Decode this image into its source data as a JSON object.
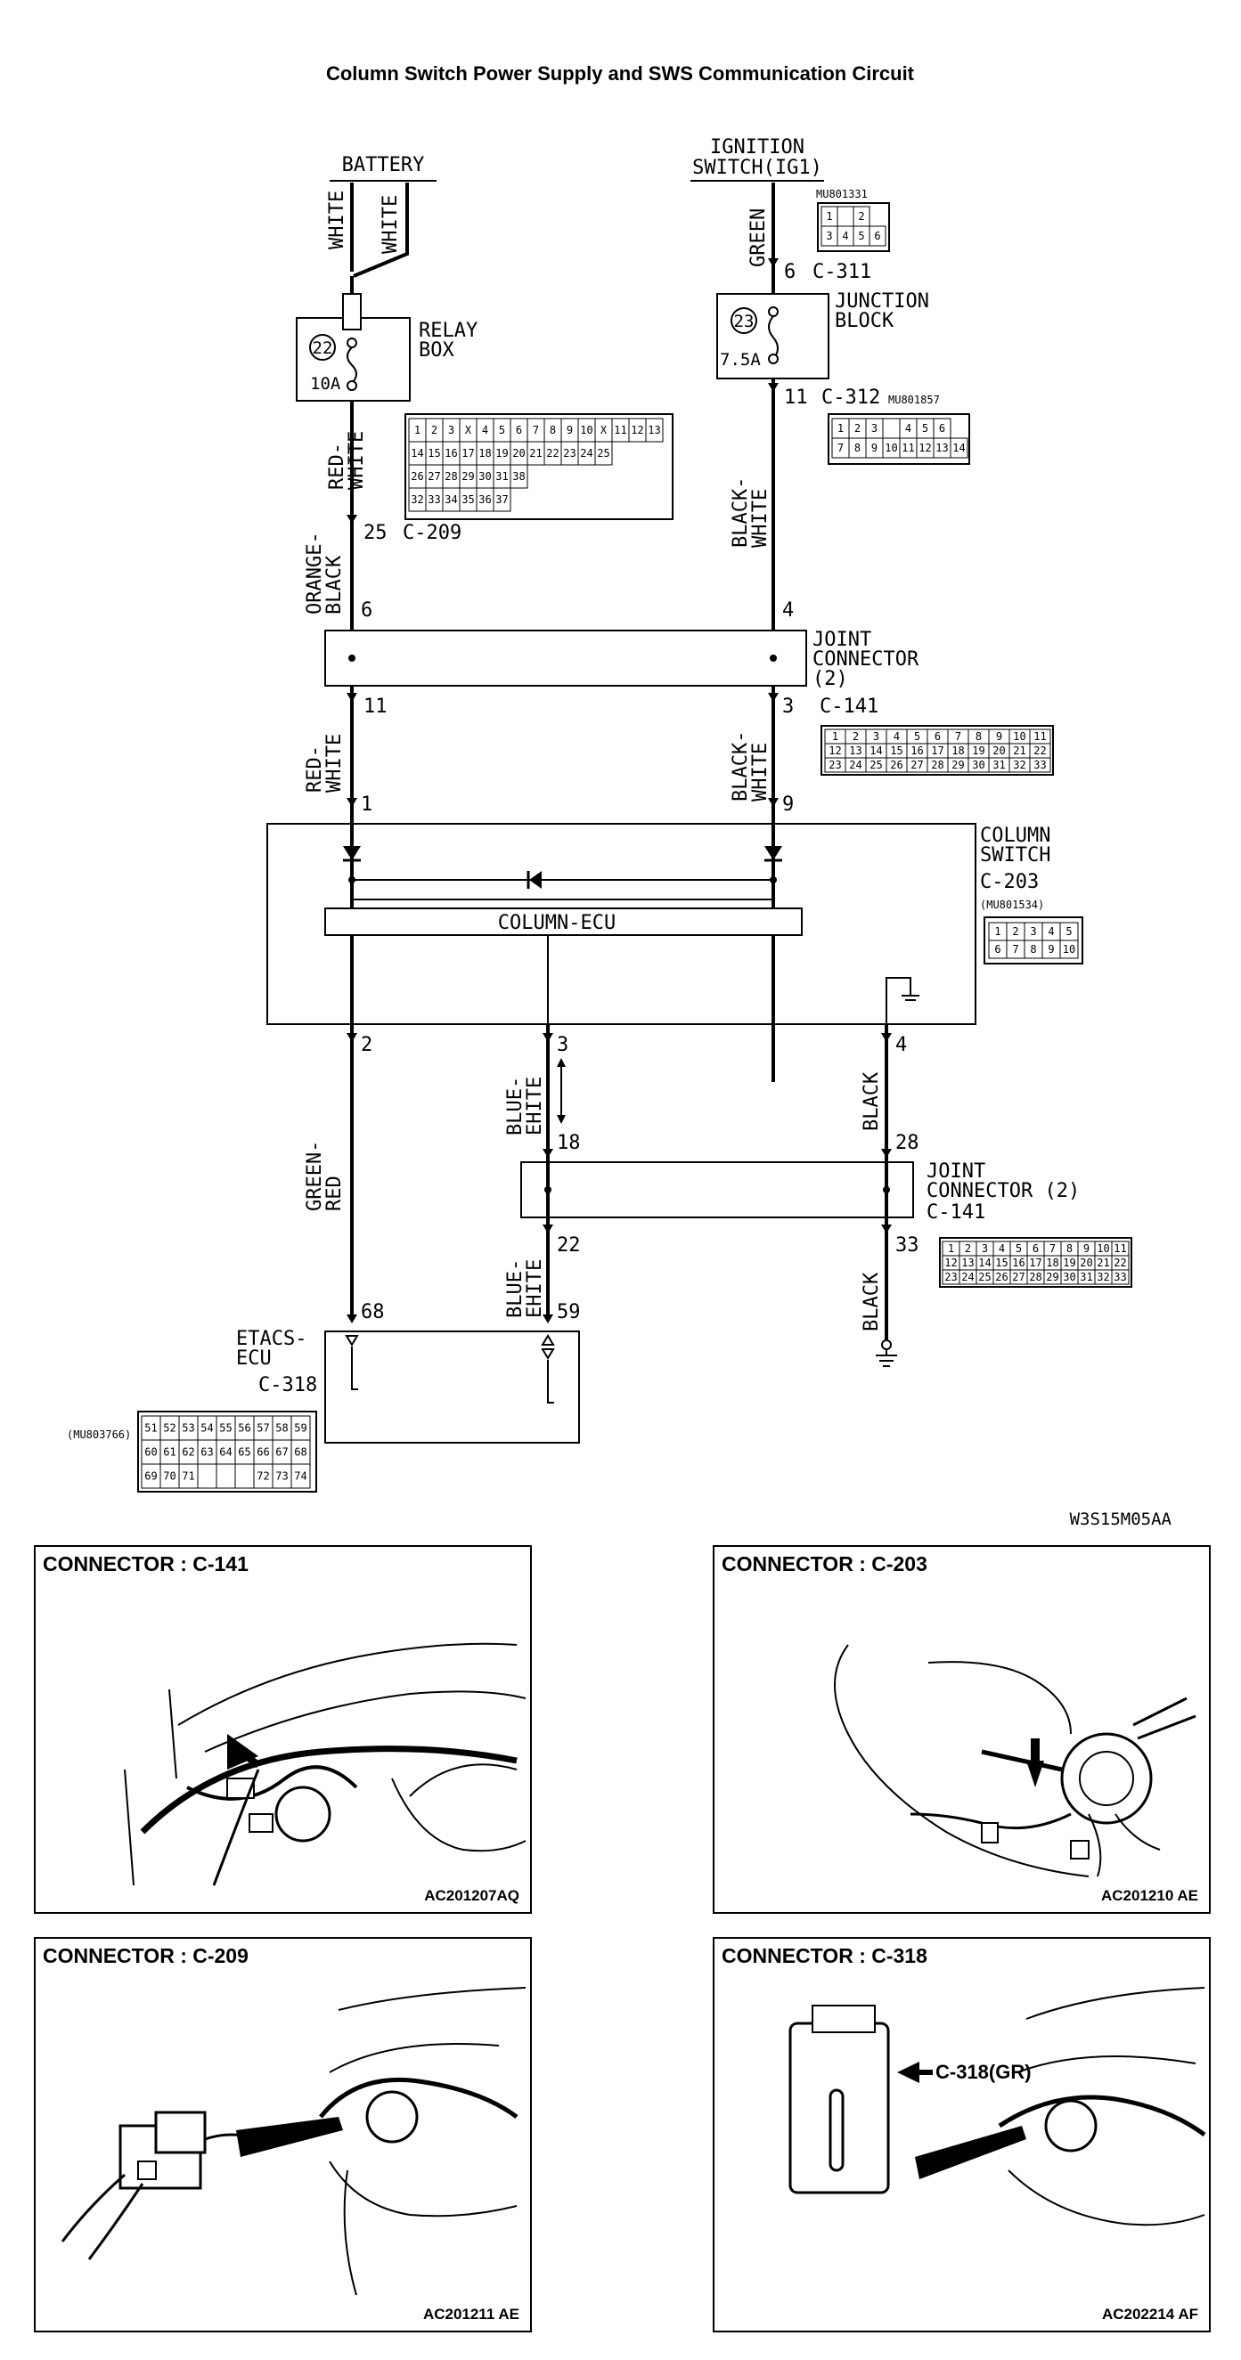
{
  "title": "Column Switch Power Supply and SWS Communication Circuit",
  "figure_code": "W3S15M05AA",
  "sources": {
    "battery": "BATTERY",
    "ignition_line1": "IGNITION",
    "ignition_line2": "SWITCH(IG1)"
  },
  "fuses": {
    "relay_box": {
      "number": "22",
      "rating": "10A",
      "label_line1": "RELAY",
      "label_line2": "BOX"
    },
    "junction_block": {
      "number": "23",
      "rating": "7.5A",
      "label_line1": "JUNCTION",
      "label_line2": "BLOCK"
    }
  },
  "components": {
    "joint_upper_line1": "JOINT",
    "joint_upper_line2": "CONNECTOR",
    "joint_upper_line3": "(2)",
    "joint_upper_conn": "C-141",
    "column_switch_line1": "COLUMN",
    "column_switch_line2": "SWITCH",
    "column_switch_conn": "C-203",
    "column_switch_part": "(MU801534)",
    "column_ecu": "COLUMN-ECU",
    "joint_lower_line1": "JOINT",
    "joint_lower_line2": "CONNECTOR (2)",
    "joint_lower_conn": "C-141",
    "etacs_line1": "ETACS-",
    "etacs_line2": "ECU",
    "etacs_conn": "C-318",
    "etacs_part": "(MU803766)"
  },
  "connectors": {
    "c311": {
      "label": "C-311",
      "part": "MU801331"
    },
    "c312": {
      "label": "C-312",
      "part": "MU801857"
    },
    "c209": {
      "label": "C-209"
    }
  },
  "wires": {
    "white_a": "WHITE",
    "white_b": "WHITE",
    "green": "GREEN",
    "red_white_1a": "RED-",
    "red_white_1b": "WHITE",
    "orange_black_a": "ORANGE-",
    "orange_black_b": "BLACK",
    "black_white_1a": "BLACK-",
    "black_white_1b": "WHITE",
    "red_white_2a": "RED-",
    "red_white_2b": "WHITE",
    "black_white_2a": "BLACK-",
    "black_white_2b": "WHITE",
    "green_red_a": "GREEN-",
    "green_red_b": "RED",
    "blue_ehite_1a": "BLUE-",
    "blue_ehite_1b": "EHITE",
    "black_1": "BLACK",
    "blue_ehite_2a": "BLUE-",
    "blue_ehite_2b": "EHITE",
    "black_2": "BLACK"
  },
  "pins": {
    "c311_6": "6",
    "c312_11": "11",
    "c209_25": "25",
    "j_6": "6",
    "j_4": "4",
    "j_11": "11",
    "j_3": "3",
    "cs_1": "1",
    "cs_9": "9",
    "cs_2": "2",
    "cs_3": "3",
    "cs_4": "4",
    "j_18": "18",
    "j_28": "28",
    "j_22": "22",
    "j_33": "33",
    "e_68": "68",
    "e_59": "59"
  },
  "pin_grids": {
    "c311": [
      [
        "1",
        "",
        "2"
      ],
      [
        "3",
        "4",
        "5",
        "6"
      ]
    ],
    "c312": [
      [
        "1",
        "2",
        "3",
        "",
        "4",
        "5",
        "6"
      ],
      [
        "7",
        "8",
        "9",
        "10",
        "11",
        "12",
        "13",
        "14"
      ]
    ],
    "c209": [
      [
        "1",
        "2",
        "3",
        "X",
        "4",
        "5",
        "6",
        "7",
        "8",
        "9",
        "10",
        "X",
        "11",
        "12",
        "13"
      ],
      [
        "14",
        "15",
        "16",
        "17",
        "18",
        "19",
        "20",
        "21",
        "22",
        "23",
        "24",
        "25"
      ],
      [
        "26",
        "27",
        "28",
        "29",
        "30",
        "31",
        "38"
      ],
      [
        "32",
        "33",
        "34",
        "35",
        "36",
        "37"
      ]
    ],
    "c141": [
      [
        "1",
        "2",
        "3",
        "4",
        "5",
        "6",
        "7",
        "8",
        "9",
        "10",
        "11"
      ],
      [
        "12",
        "13",
        "14",
        "15",
        "16",
        "17",
        "18",
        "19",
        "20",
        "21",
        "22"
      ],
      [
        "23",
        "24",
        "25",
        "26",
        "27",
        "28",
        "29",
        "30",
        "31",
        "32",
        "33"
      ]
    ],
    "c203": [
      [
        "1",
        "2",
        "3",
        "4",
        "5"
      ],
      [
        "6",
        "7",
        "8",
        "9",
        "10"
      ]
    ],
    "c318": [
      [
        "51",
        "52",
        "53",
        "54",
        "55",
        "56",
        "57",
        "58",
        "59"
      ],
      [
        "60",
        "61",
        "62",
        "63",
        "64",
        "65",
        "66",
        "67",
        "68"
      ],
      [
        "69",
        "70",
        "71",
        "",
        "",
        "",
        "72",
        "73",
        "74"
      ]
    ]
  },
  "panels": [
    {
      "title": "CONNECTOR : C-141",
      "code": "AC201207AQ"
    },
    {
      "title": "CONNECTOR : C-203",
      "code": "AC201210 AE"
    },
    {
      "title": "CONNECTOR : C-209",
      "code": "AC201211 AE"
    },
    {
      "title": "CONNECTOR : C-318",
      "code": "AC202214 AF",
      "callout": "C-318(GR)"
    }
  ]
}
